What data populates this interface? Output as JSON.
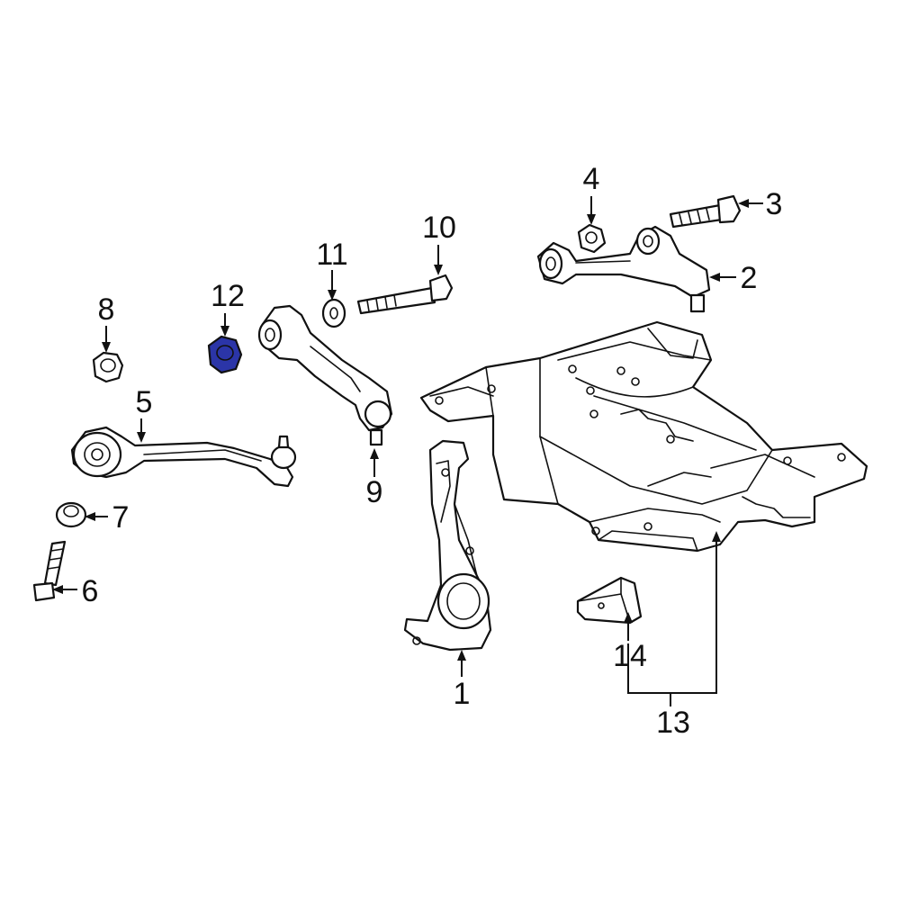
{
  "diagram": {
    "highlight_color": "#2b35a8",
    "line_color": "#111111",
    "background": "#ffffff",
    "callouts": {
      "c1": "1",
      "c2": "2",
      "c3": "3",
      "c4": "4",
      "c5": "5",
      "c6": "6",
      "c7": "7",
      "c8": "8",
      "c9": "9",
      "c10": "10",
      "c11": "11",
      "c12": "12",
      "c13": "13",
      "c14": "14"
    },
    "highlighted_part": "12"
  }
}
